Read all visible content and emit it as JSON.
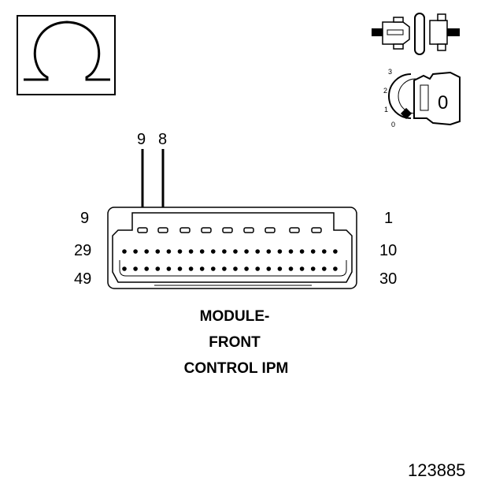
{
  "ohm_symbol": "Ω",
  "ignition": {
    "positions": [
      "3",
      "2",
      "1",
      "0"
    ],
    "key_position": "0"
  },
  "arrows": {
    "pin_a": "9",
    "pin_b": "8"
  },
  "connector": {
    "left_labels": [
      "9",
      "29",
      "49"
    ],
    "right_labels": [
      "1",
      "10",
      "30"
    ]
  },
  "title": {
    "line1": "MODULE-",
    "line2": "FRONT",
    "line3": "CONTROL IPM"
  },
  "figure_id": "123885",
  "icons": {
    "ohmmeter": "ohm-icon",
    "disconnected_connector": "disconnected-connector-icon",
    "ignition_key": "ignition-key-icon"
  }
}
